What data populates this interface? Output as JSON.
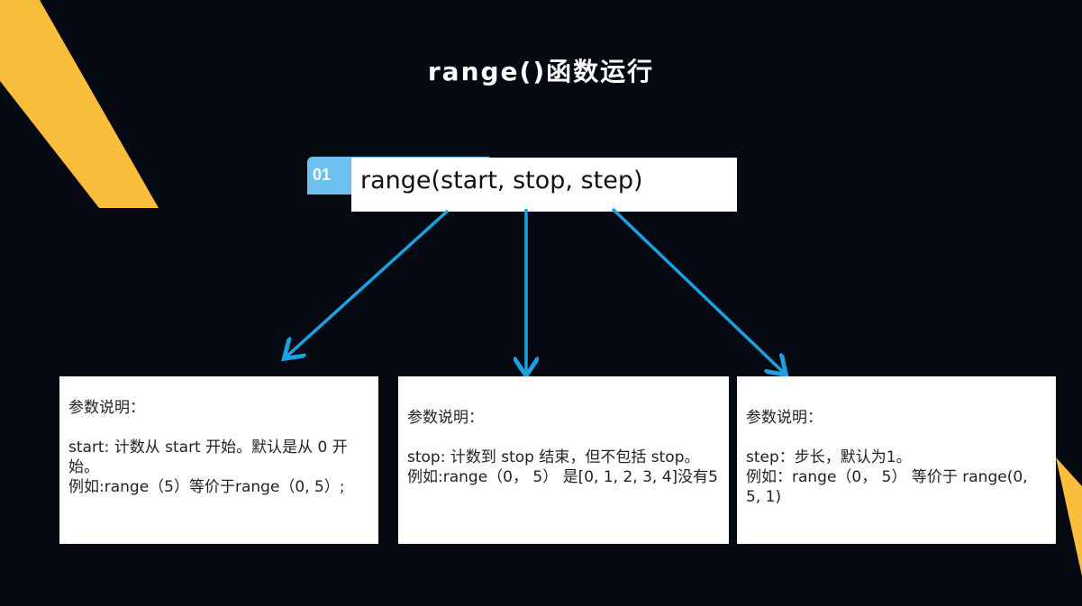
{
  "title": "range()函数运行",
  "signature": {
    "number": "01",
    "text": "range(start, stop, step)"
  },
  "cards": [
    {
      "heading": "参数说明：",
      "lines": [
        "start: 计数从 start 开始。默认是从 0 开始。",
        "例如:range（5）等价于range（0, 5）;"
      ]
    },
    {
      "heading": "参数说明：",
      "lines": [
        "stop: 计数到 stop 结束，但不包括 stop。",
        "例如:range（0， 5） 是[0, 1, 2, 3, 4]没有5"
      ]
    },
    {
      "heading": "参数说明：",
      "lines": [
        "step：步长，默认为1。",
        "例如：range（0， 5） 等价于 range(0, 5, 1)"
      ]
    }
  ],
  "colors": {
    "background": "#050a12",
    "accent_yellow": "#fbbd3c",
    "arrow_blue": "#1ba1e2",
    "tab_blue": "#6cc1ee"
  }
}
